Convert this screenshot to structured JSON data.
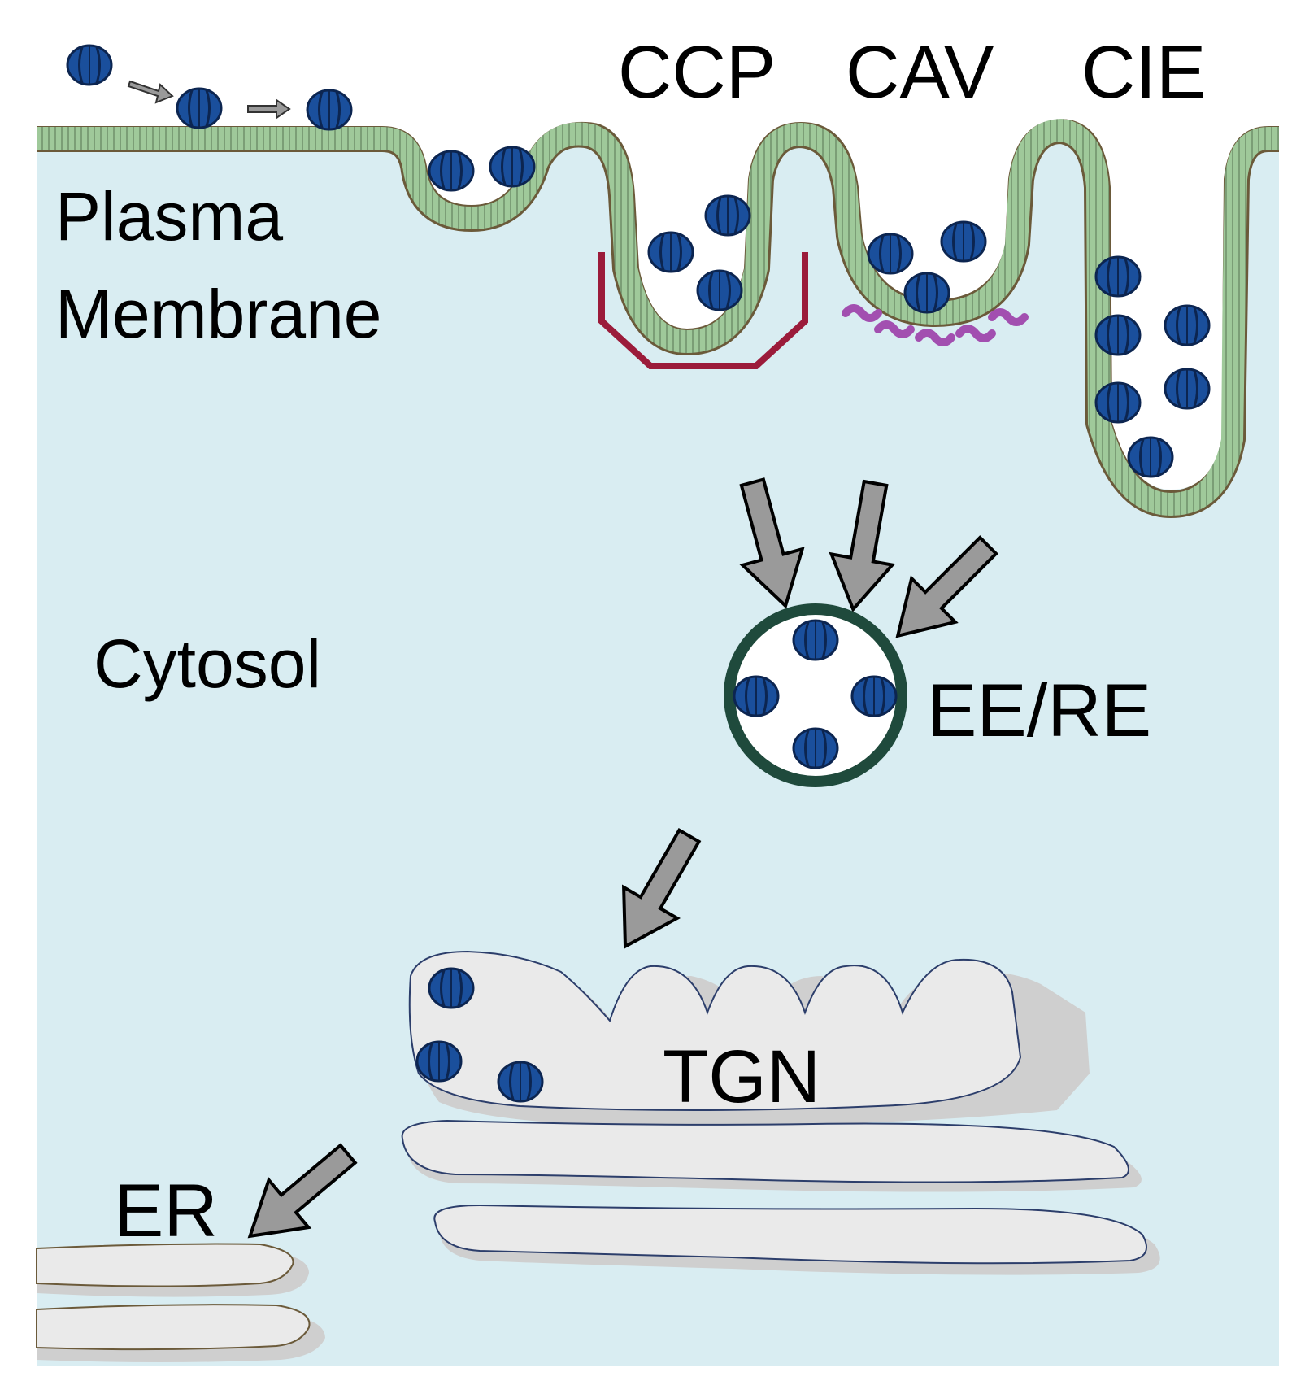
{
  "labels": {
    "ccp": "CCP",
    "cav": "CAV",
    "cie": "CIE",
    "plasma_membrane_line1": "Plasma",
    "plasma_membrane_line2": "Membrane",
    "cytosol": "Cytosol",
    "ee_re": "EE/RE",
    "tgn": "TGN",
    "er": "ER"
  },
  "colors": {
    "cytosol": "#d9edf2",
    "membrane_green": "#9fc99a",
    "membrane_head": "#6b5a3a",
    "protein": "#1a4f9c",
    "protein_outline": "#0c2550",
    "clathrin": "#9b1b3a",
    "caveolin": "#a24fb0",
    "endosome_ring": "#1f4a3c",
    "arrow_fill": "#9a9a9a",
    "arrow_outline": "#000000",
    "organelle_fill": "#eaeaea",
    "organelle_shadow": "#cfcfcf",
    "organelle_outline": "#2c3e6b"
  },
  "icons": [
    "protein-complex-icon",
    "clathrin-coat-icon",
    "caveolin-coat-icon",
    "pathway-arrow-icon"
  ]
}
